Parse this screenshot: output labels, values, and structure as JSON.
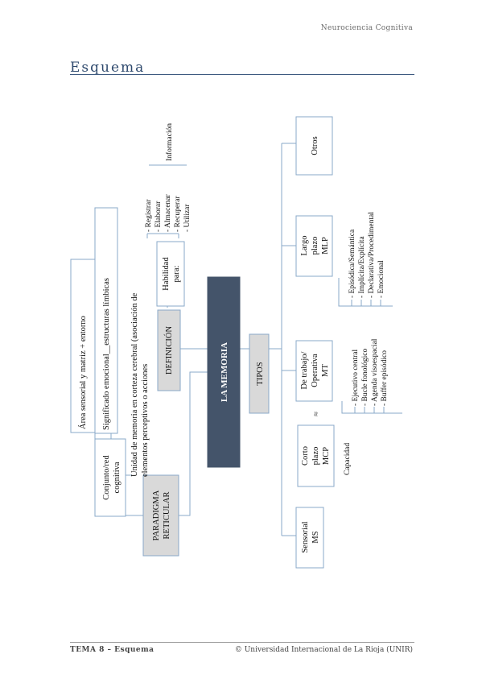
{
  "header": {
    "subject": "Neurociencia Cognitiva",
    "title": "Esquema"
  },
  "footer": {
    "left": "TEMA 8 – Esquema",
    "right": "© Universidad Internacional de La Rioja (UNIR)"
  },
  "diagram": {
    "center": "LA MEMORIA",
    "definicion": "DEFINICIÓN",
    "paradigma": [
      "PARADIGMA",
      "RETICULAR"
    ],
    "conjunto": [
      "Conjunto/red",
      "cognitiva"
    ],
    "unidad": [
      "Unidad de memoria en corteza cerebral (asociación de",
      "elementos perceptivos o acciones"
    ],
    "area": "Área sensorial y matriz + entorno",
    "significado": "Significado emocional__estructuras límbicas",
    "habilidad": [
      "Habilidad",
      "para:"
    ],
    "habilidad_items": [
      "Registrar",
      "Elaborar",
      "Almacenar",
      "Recuperar",
      "Utilizar"
    ],
    "informacion": "Información",
    "tipos": "TIPOS",
    "sensorial": [
      "Sensorial",
      "MS"
    ],
    "corto": [
      "Corto",
      "plazo",
      "MCP"
    ],
    "capacidad": "Capacidad",
    "approx": "≈",
    "trabajo": [
      "De trabajo/",
      "Operativa",
      "MT"
    ],
    "trabajo_items": [
      "Ejecutivo central",
      "Bucle fonológico",
      "Agenda visoespacial",
      "Buffer episódico"
    ],
    "largo": [
      "Largo",
      "plazo",
      "MLP"
    ],
    "largo_items": [
      "Episódica/Semántica",
      "Implícita/Explícita",
      "Declarativa/Procedimental",
      "Emocional"
    ],
    "otros": "Otros"
  }
}
